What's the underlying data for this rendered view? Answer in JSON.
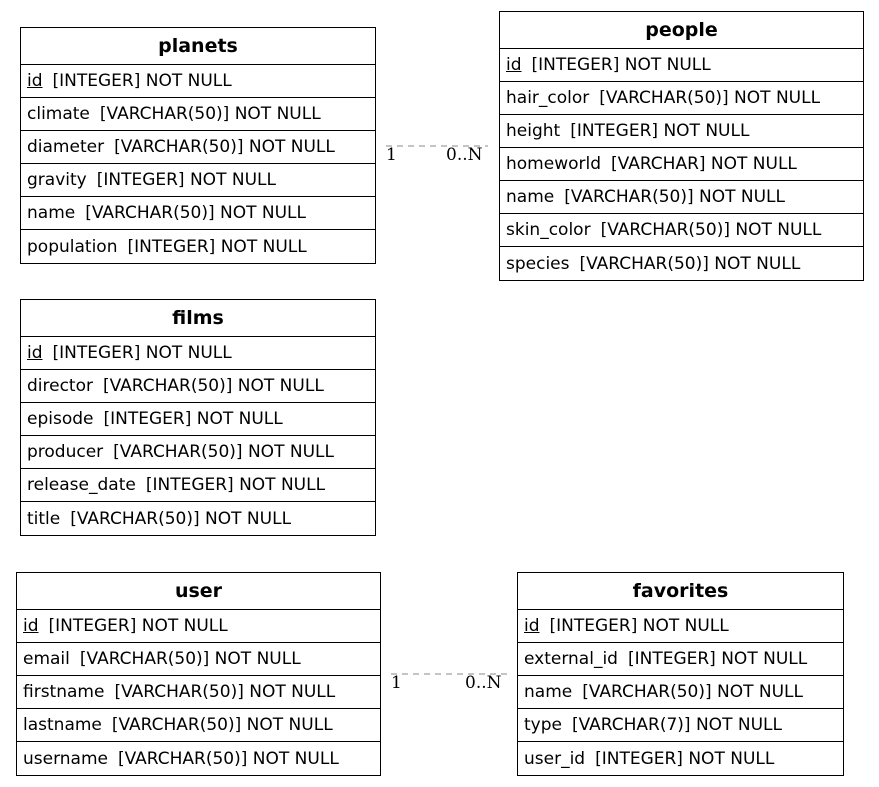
{
  "entities": {
    "planets": {
      "title": "planets",
      "attributes": [
        {
          "name": "id",
          "type": "[INTEGER] NOT NULL",
          "pk": true
        },
        {
          "name": "climate",
          "type": "[VARCHAR(50)] NOT NULL",
          "pk": false
        },
        {
          "name": "diameter",
          "type": "[VARCHAR(50)] NOT NULL",
          "pk": false
        },
        {
          "name": "gravity",
          "type": "[INTEGER] NOT NULL",
          "pk": false
        },
        {
          "name": "name",
          "type": "[VARCHAR(50)] NOT NULL",
          "pk": false
        },
        {
          "name": "population",
          "type": "[INTEGER] NOT NULL",
          "pk": false
        }
      ]
    },
    "people": {
      "title": "people",
      "attributes": [
        {
          "name": "id",
          "type": "[INTEGER] NOT NULL",
          "pk": true
        },
        {
          "name": "hair_color",
          "type": "[VARCHAR(50)] NOT NULL",
          "pk": false
        },
        {
          "name": "height",
          "type": "[INTEGER] NOT NULL",
          "pk": false
        },
        {
          "name": "homeworld",
          "type": "[VARCHAR] NOT NULL",
          "pk": false
        },
        {
          "name": "name",
          "type": "[VARCHAR(50)] NOT NULL",
          "pk": false
        },
        {
          "name": "skin_color",
          "type": "[VARCHAR(50)] NOT NULL",
          "pk": false
        },
        {
          "name": "species",
          "type": "[VARCHAR(50)] NOT NULL",
          "pk": false
        }
      ]
    },
    "films": {
      "title": "films",
      "attributes": [
        {
          "name": "id",
          "type": "[INTEGER] NOT NULL",
          "pk": true
        },
        {
          "name": "director",
          "type": "[VARCHAR(50)] NOT NULL",
          "pk": false
        },
        {
          "name": "episode",
          "type": "[INTEGER] NOT NULL",
          "pk": false
        },
        {
          "name": "producer",
          "type": "[VARCHAR(50)] NOT NULL",
          "pk": false
        },
        {
          "name": "release_date",
          "type": "[INTEGER] NOT NULL",
          "pk": false
        },
        {
          "name": "title",
          "type": "[VARCHAR(50)] NOT NULL",
          "pk": false
        }
      ]
    },
    "user": {
      "title": "user",
      "attributes": [
        {
          "name": "id",
          "type": "[INTEGER] NOT NULL",
          "pk": true
        },
        {
          "name": "email",
          "type": "[VARCHAR(50)] NOT NULL",
          "pk": false
        },
        {
          "name": "firstname",
          "type": "[VARCHAR(50)] NOT NULL",
          "pk": false
        },
        {
          "name": "lastname",
          "type": "[VARCHAR(50)] NOT NULL",
          "pk": false
        },
        {
          "name": "username",
          "type": "[VARCHAR(50)] NOT NULL",
          "pk": false
        }
      ]
    },
    "favorites": {
      "title": "favorites",
      "attributes": [
        {
          "name": "id",
          "type": "[INTEGER] NOT NULL",
          "pk": true
        },
        {
          "name": "external_id",
          "type": "[INTEGER] NOT NULL",
          "pk": false
        },
        {
          "name": "name",
          "type": "[VARCHAR(50)] NOT NULL",
          "pk": false
        },
        {
          "name": "type",
          "type": "[VARCHAR(7)] NOT NULL",
          "pk": false
        },
        {
          "name": "user_id",
          "type": "[INTEGER] NOT NULL",
          "pk": false
        }
      ]
    }
  },
  "relationships": [
    {
      "from": "planets",
      "to": "people",
      "from_card": "1",
      "to_card": "0..N"
    },
    {
      "from": "user",
      "to": "favorites",
      "from_card": "1",
      "to_card": "0..N"
    }
  ],
  "colors": {
    "line": "#a0a0a0",
    "border": "#000000"
  }
}
